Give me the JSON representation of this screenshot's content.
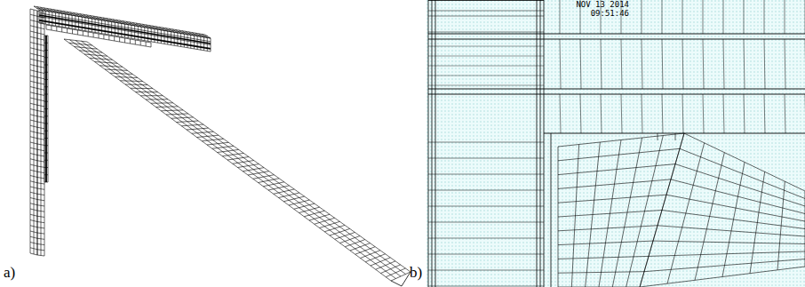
{
  "diagram": {
    "labels": [
      "NOV 13 2014",
      "09:51:46",
      "a)",
      "b)"
    ]
  }
}
